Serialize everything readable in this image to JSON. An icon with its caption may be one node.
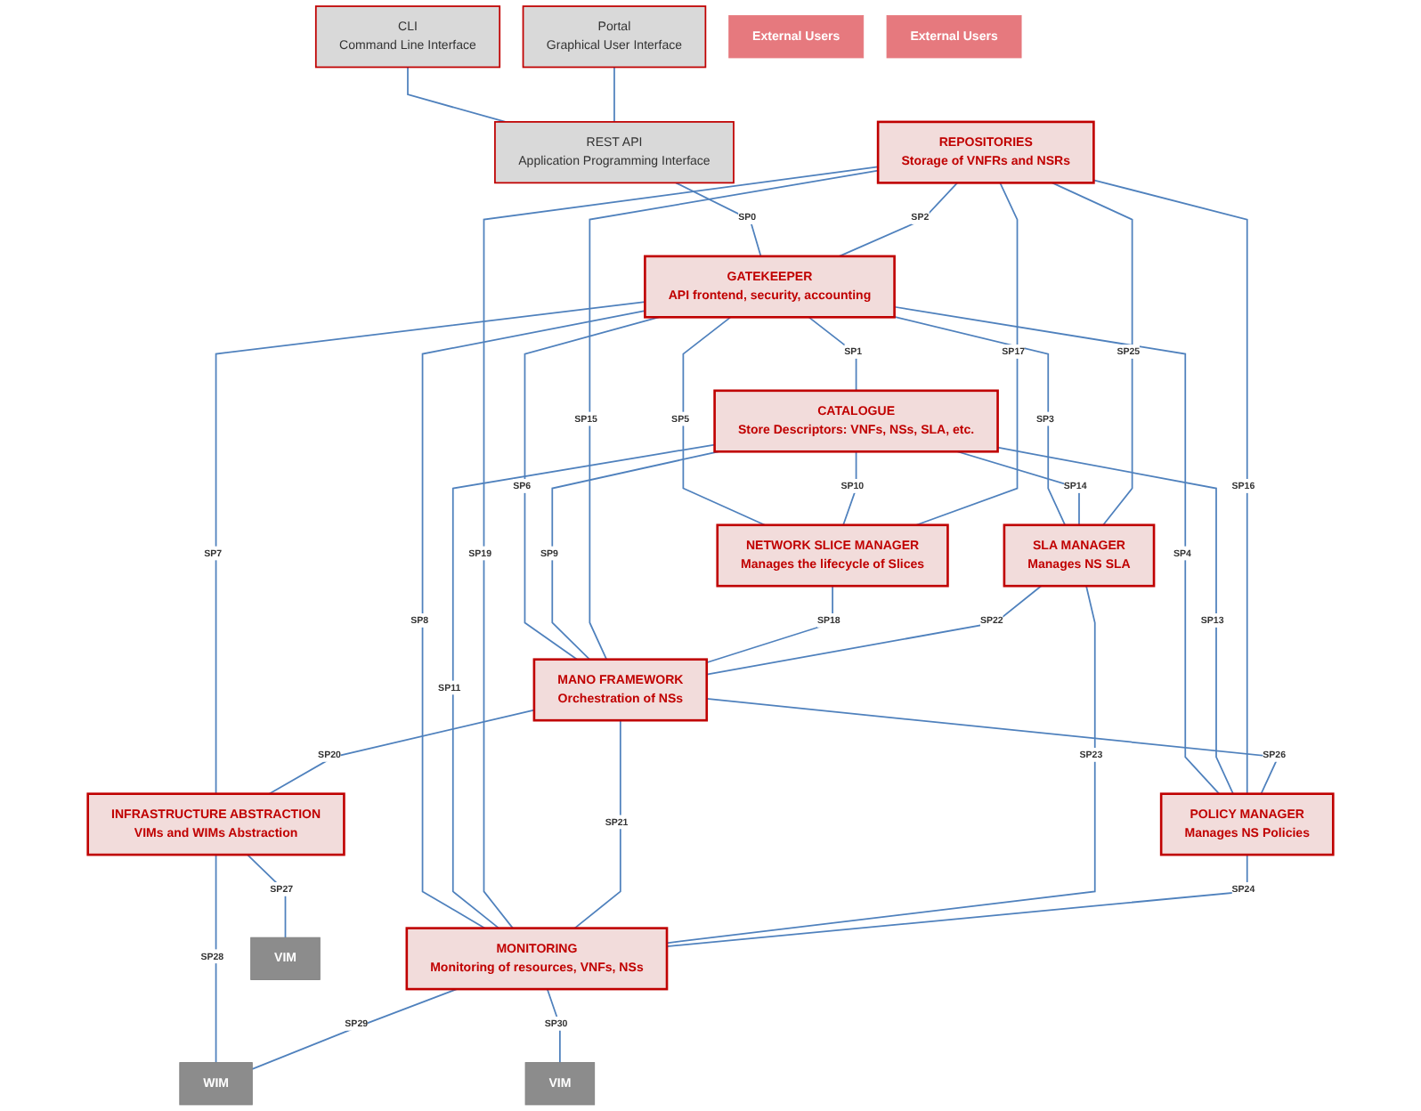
{
  "diagram": {
    "nodes": [
      {
        "text": [
          "CLI",
          "Command Line Interface"
        ]
      },
      {
        "text": [
          "REST API",
          "Application Programming Interface"
        ]
      },
      {
        "text": [
          "Portal",
          "Graphical User Interface"
        ]
      },
      {
        "text": [
          "External Users"
        ]
      },
      {
        "text": [
          "External Users"
        ]
      },
      {
        "text": [
          "REPOSITORIES",
          "Storage of VNFRs and NSRs"
        ]
      },
      {
        "text": [
          "GATEKEEPER",
          "API frontend, security, accounting"
        ]
      },
      {
        "text": [
          "CATALOGUE",
          "Store Descriptors: VNFs, NSs, SLA, etc."
        ]
      },
      {
        "text": [
          "SLA MANAGER",
          "Manages NS SLA"
        ]
      },
      {
        "text": [
          "NETWORK SLICE MANAGER",
          "Manages the lifecycle of Slices"
        ]
      },
      {
        "text": [
          "POLICY MANAGER",
          "Manages NS Policies"
        ]
      },
      {
        "text": [
          "MANO FRAMEWORK",
          "Orchestration of NSs"
        ]
      },
      {
        "text": [
          "INFRASTRUCTURE ABSTRACTION",
          "VIMs and WIMs Abstraction"
        ]
      },
      {
        "text": [
          "MONITORING",
          "Monitoring of resources, VNFs, NSs"
        ]
      },
      {
        "text": [
          "VIM"
        ]
      },
      {
        "text": [
          "WIM"
        ]
      },
      {
        "text": [
          "VIM"
        ]
      }
    ],
    "edges": [
      {
        "from": 0,
        "to": 1,
        "arrow": "none"
      },
      {
        "from": 2,
        "to": 1,
        "arrow": "none"
      },
      {
        "from": 1,
        "to": 6,
        "arrow": "none",
        "label": "SP0"
      },
      {
        "from": 6,
        "to": 7,
        "arrow": "none",
        "label": "SP1"
      },
      {
        "from": 5,
        "to": 6,
        "arrow": "none",
        "label": "SP2"
      },
      {
        "from": 6,
        "to": 8,
        "arrow": "none",
        "label": "SP3"
      },
      {
        "from": 6,
        "to": 10,
        "arrow": "none",
        "label": "SP4"
      },
      {
        "from": 6,
        "to": 9,
        "arrow": "none",
        "label": "SP5"
      },
      {
        "from": 6,
        "to": 11,
        "arrow": "none",
        "label": "SP6"
      },
      {
        "from": 6,
        "to": 12,
        "arrow": "none",
        "label": "SP7"
      },
      {
        "from": 6,
        "to": 13,
        "arrow": "none",
        "label": "SP8"
      },
      {
        "from": 7,
        "to": 11,
        "arrow": "none",
        "label": "SP9"
      },
      {
        "from": 7,
        "to": 9,
        "arrow": "none",
        "label": "SP10"
      },
      {
        "from": 7,
        "to": 13,
        "arrow": "none",
        "label": "SP11"
      },
      {
        "from": 7,
        "to": 10,
        "arrow": "none",
        "label": "SP13"
      },
      {
        "from": 7,
        "to": 8,
        "arrow": "none",
        "label": "SP14"
      },
      {
        "from": 5,
        "to": 11,
        "arrow": "none",
        "label": "SP15"
      },
      {
        "from": 5,
        "to": 10,
        "arrow": "none",
        "label": "SP16"
      },
      {
        "from": 5,
        "to": 9,
        "arrow": "none",
        "label": "SP17"
      },
      {
        "from": 9,
        "to": 11,
        "arrow": "none",
        "label": "SP18"
      },
      {
        "from": 5,
        "to": 13,
        "arrow": "none",
        "label": "SP19"
      },
      {
        "from": 11,
        "to": 12,
        "arrow": "none",
        "label": "SP20"
      },
      {
        "from": 11,
        "to": 13,
        "arrow": "none",
        "label": "SP21"
      },
      {
        "from": 8,
        "to": 11,
        "arrow": "none",
        "label": "SP22"
      },
      {
        "from": 8,
        "to": 13,
        "arrow": "none",
        "label": "SP23"
      },
      {
        "from": 10,
        "to": 13,
        "arrow": "none",
        "label": "SP24"
      },
      {
        "from": 5,
        "to": 8,
        "arrow": "none",
        "label": "SP25"
      },
      {
        "from": 11,
        "to": 10,
        "arrow": "none",
        "label": "SP26"
      },
      {
        "from": 12,
        "to": 14,
        "arrow": "none",
        "label": "SP27"
      },
      {
        "from": 12,
        "to": 15,
        "arrow": "none",
        "label": "SP28"
      },
      {
        "from": 13,
        "to": 15,
        "arrow": "none",
        "label": "SP29"
      },
      {
        "from": 13,
        "to": 16,
        "arrow": "none",
        "label": "SP30"
      }
    ]
  }
}
